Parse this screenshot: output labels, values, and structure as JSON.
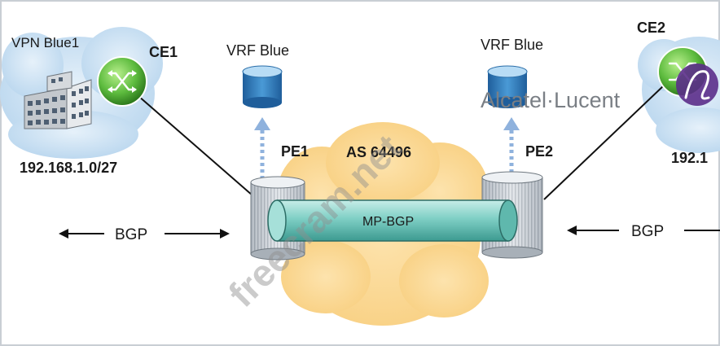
{
  "left_site": {
    "vpn_label": "VPN Blue1",
    "ce_label": "CE1",
    "subnet": "192.168.1.0/27"
  },
  "right_site": {
    "ce_label": "CE2",
    "subnet": "192.1"
  },
  "vrf_left": "VRF Blue",
  "vrf_right": "VRF Blue",
  "pe_left": "PE1",
  "pe_right": "PE2",
  "as_label": "AS 64496",
  "tunnel_label": "MP-BGP",
  "bgp_left": "BGP",
  "bgp_right": "BGP",
  "brand": "Alcatel·Lucent",
  "watermark": "freecram.net",
  "colors": {
    "cloud_blue": "#cfe4f5",
    "core_cloud": "#fbd999",
    "tunnel": "#7fcfc5",
    "router_green": "#5dbb3e",
    "vrf_blue": "#3b87c4",
    "dotted_arrow": "#8fb2dd",
    "brand_logo": "#5b2d8a"
  }
}
